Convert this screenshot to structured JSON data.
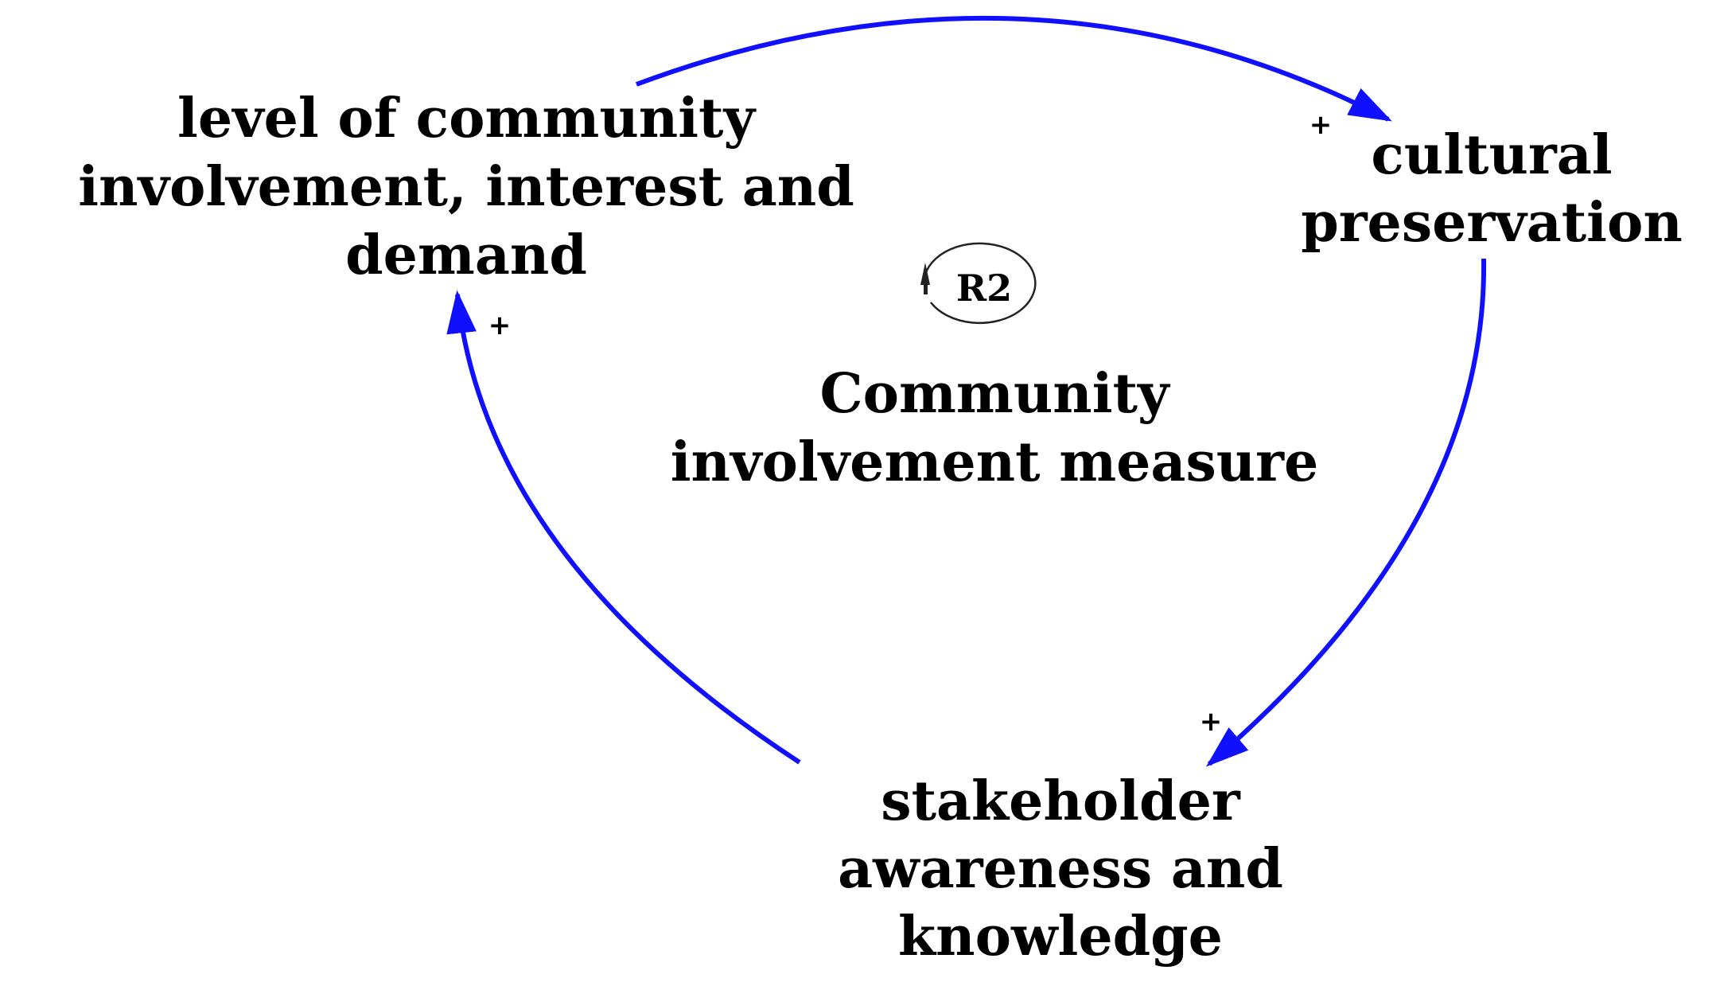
{
  "colors": {
    "link": "#1010ff",
    "text": "#000000",
    "loop_marker": "#222222"
  },
  "nodes": {
    "community_involvement": {
      "lines": [
        "level of community",
        "involvement, interest and",
        "demand"
      ]
    },
    "cultural_preservation": {
      "lines": [
        "cultural",
        "preservation"
      ]
    },
    "stakeholder_awareness": {
      "lines": [
        "stakeholder",
        "awareness and",
        "knowledge"
      ]
    }
  },
  "links": [
    {
      "from": "community_involvement",
      "to": "cultural_preservation",
      "polarity": "+"
    },
    {
      "from": "cultural_preservation",
      "to": "stakeholder_awareness",
      "polarity": "+"
    },
    {
      "from": "stakeholder_awareness",
      "to": "community_involvement",
      "polarity": "+"
    }
  ],
  "loop": {
    "label": "R2",
    "title_lines": [
      "Community",
      "involvement measure"
    ]
  }
}
